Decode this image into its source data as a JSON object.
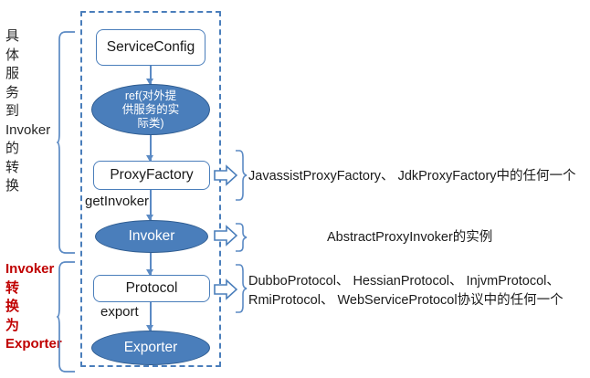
{
  "diagram": {
    "title": "Dubbo ServiceConfig export flow",
    "colors": {
      "node_fill_blue": "#4a7ebb",
      "node_border_blue": "#4a7ebb",
      "connector_blue": "#5b8ac4",
      "brace_blue": "#5b8ac4",
      "red_label": "#c00000",
      "text_black": "#1a1a1a",
      "background": "#ffffff"
    },
    "group_labels": [
      {
        "name": "service-to-invoker",
        "color": "#262626",
        "bold": false,
        "lines": [
          "具",
          "体",
          "服",
          "务",
          "到",
          "Invoker",
          "的",
          "转",
          "换"
        ]
      },
      {
        "name": "invoker-to-exporter",
        "color": "#c00000",
        "bold": true,
        "lines": [
          "Invoker",
          "转",
          "换",
          "为",
          "Exporter"
        ]
      }
    ],
    "nodes": [
      {
        "id": "serviceconfig",
        "label": "ServiceConfig",
        "shape": "rounded-rect"
      },
      {
        "id": "ref",
        "label": "ref(对外提供服务的实际类)",
        "shape": "ellipse",
        "lines": [
          "ref(对外提",
          "供服务的实",
          "际类)"
        ]
      },
      {
        "id": "proxyfactory",
        "label": "ProxyFactory",
        "shape": "rounded-rect"
      },
      {
        "id": "invoker",
        "label": "Invoker",
        "shape": "ellipse"
      },
      {
        "id": "protocol",
        "label": "Protocol",
        "shape": "rounded-rect"
      },
      {
        "id": "exporter",
        "label": "Exporter",
        "shape": "ellipse"
      }
    ],
    "edge_labels": [
      {
        "id": "getinvoker",
        "label": "getInvoker"
      },
      {
        "id": "export",
        "label": "export"
      }
    ],
    "annotations": [
      {
        "id": "proxyfactory",
        "source": "ProxyFactory",
        "lines": [
          "JavassistProxyFactory、 JdkProxyFactory中的任何一个"
        ]
      },
      {
        "id": "invoker",
        "source": "Invoker",
        "lines": [
          "AbstractProxyInvoker的实例"
        ]
      },
      {
        "id": "protocol",
        "source": "Protocol",
        "lines": [
          "DubboProtocol、 HessianProtocol、 InjvmProtocol、",
          "RmiProtocol、 WebServiceProtocol协议中的任何一个"
        ]
      }
    ]
  }
}
